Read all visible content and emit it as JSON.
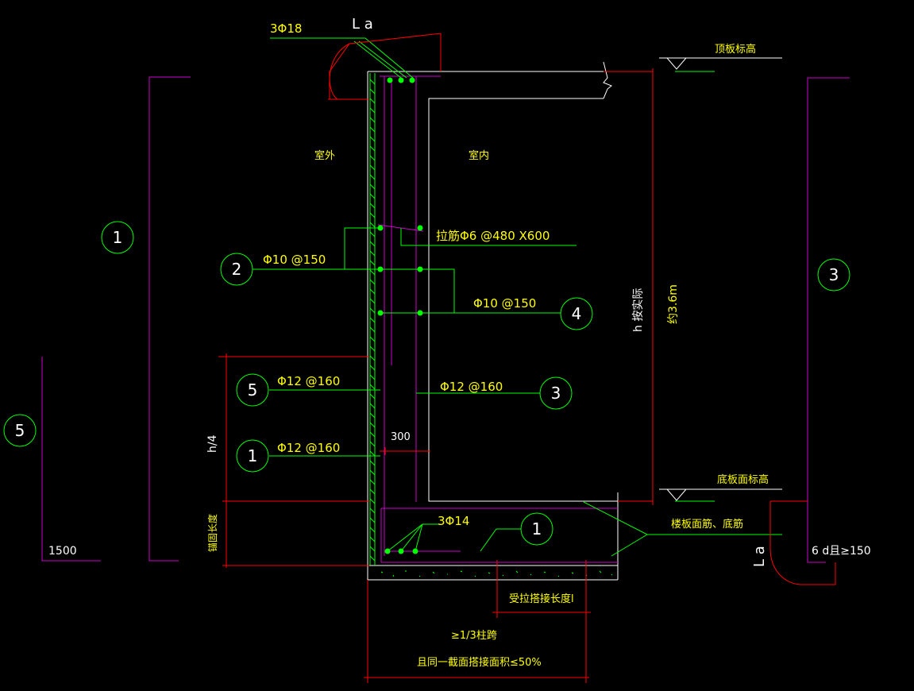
{
  "labels": {
    "top_bar": "3Φ18",
    "la_top": "L a",
    "outside": "室外",
    "inside": "室内",
    "tie_bar": "拉筋Φ6 @480 X600",
    "bar2": "Φ10 @150",
    "bar4": "Φ10 @150",
    "bar5": "Φ12 @160",
    "bar3": "Φ12 @160",
    "bar1": "Φ12 @160",
    "dim300": "300",
    "h4": "h/4",
    "anchor": "锚固长度",
    "bottom_bar": "3Φ14",
    "h_storey": "h 按实际",
    "height": "约3.6m",
    "top_slab": "顶板标高",
    "bottom_slab": "底板面标高",
    "slab_bars": "楼板面筋、底筋",
    "la_right": "L a",
    "six_d": "6 d且≥150",
    "lap_len": "受拉搭接长度l",
    "one_third": "≥1/3柱跨",
    "area": "且同一截面搭接面积≤50%",
    "dim1500": "1500"
  },
  "callouts": {
    "c1_left": "1",
    "c2": "2",
    "c4": "4",
    "c5": "5",
    "c3": "3",
    "c1_mid": "1",
    "c1_bottom": "1",
    "c3_right": "3",
    "c5_left": "5"
  },
  "colors": {
    "background": "#000000",
    "rebar": "#00ff00",
    "dimension": "#ff0000",
    "bracket": "#cc00cc",
    "outline": "#ffffff",
    "text": "#ffff00"
  }
}
